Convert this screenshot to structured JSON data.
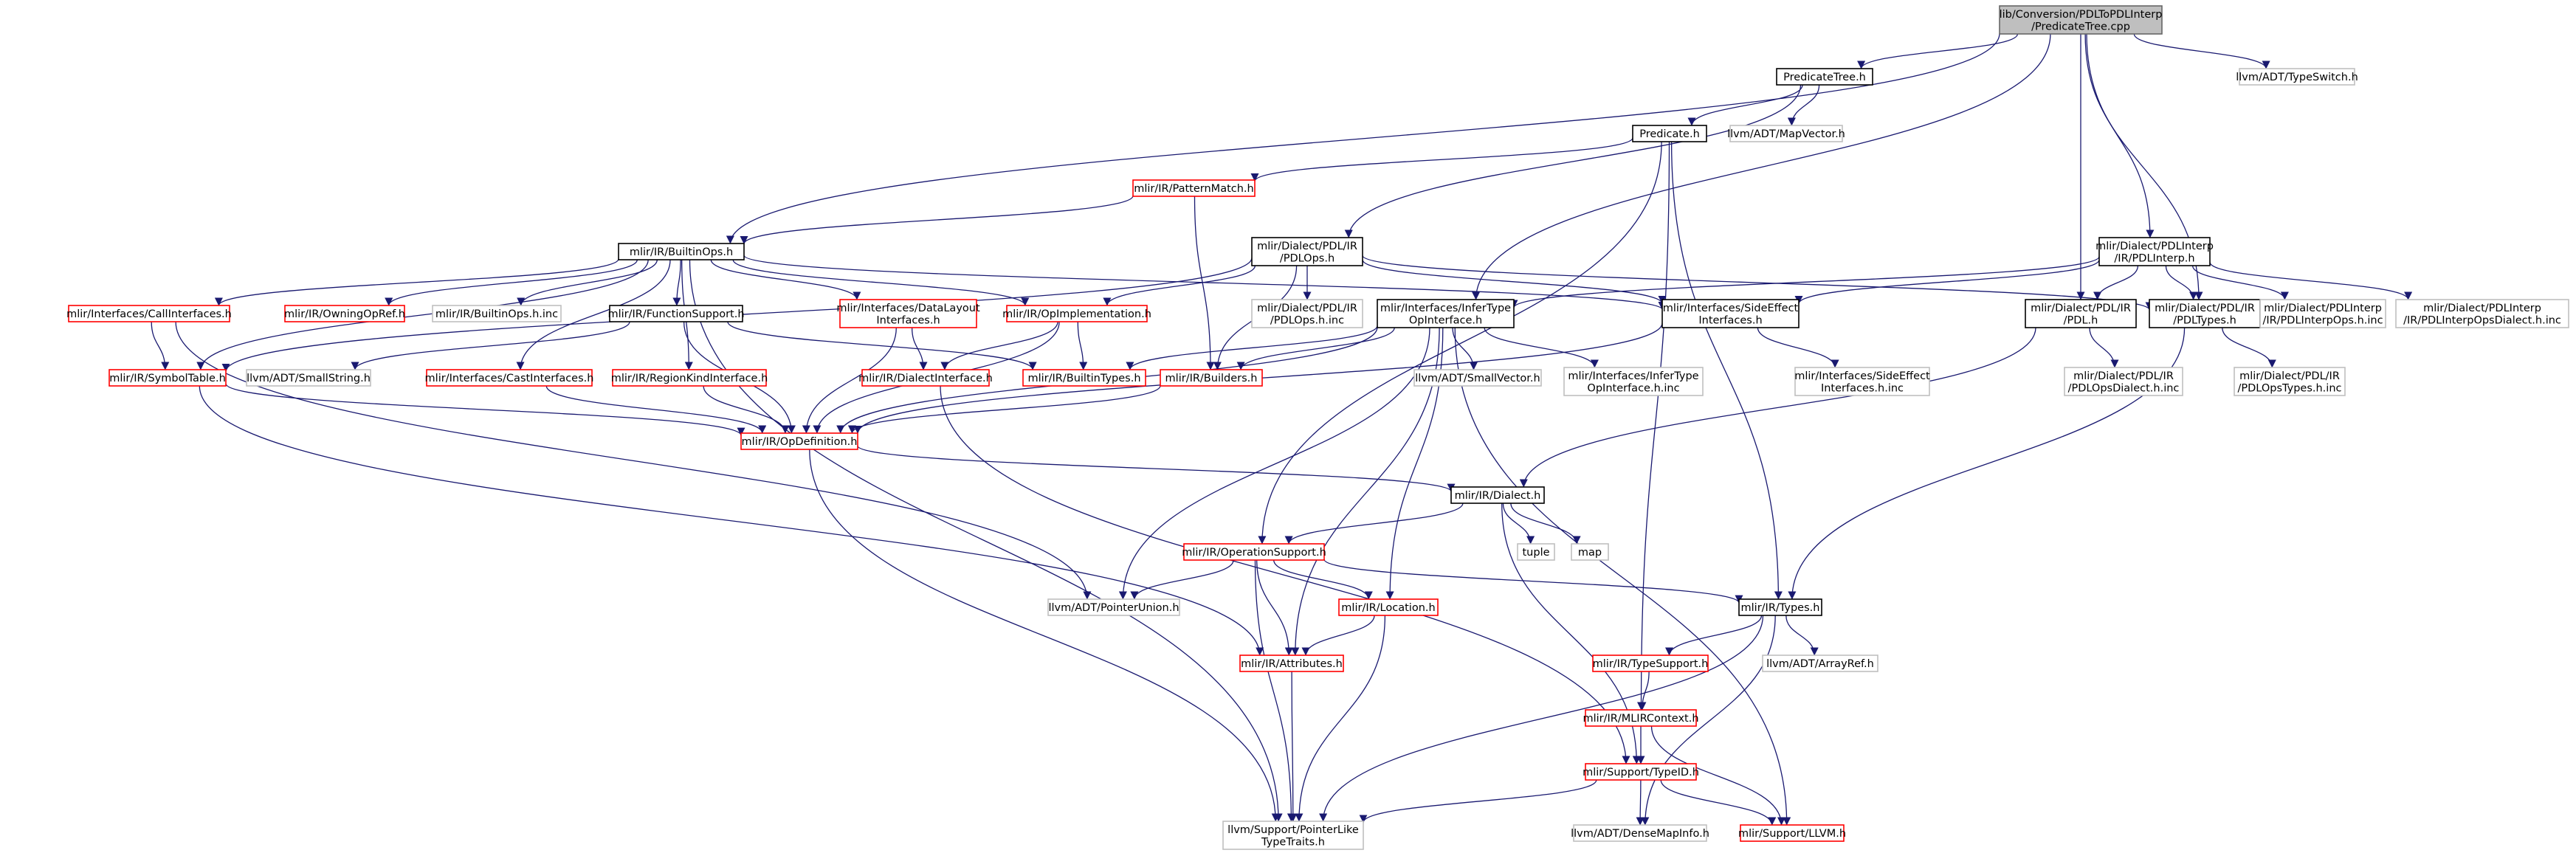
{
  "colors": {
    "edge": "#191970",
    "root_fill": "#bfbfbf",
    "documented_border": "#000000",
    "incomplete_border": "#ff0000",
    "external_border": "#bfbfbf",
    "text": "#000000"
  },
  "nodes": [
    {
      "id": "root",
      "kind": "root",
      "lines": [
        "lib/Conversion/PDLToPDLInterp",
        "/PredicateTree.cpp"
      ]
    },
    {
      "id": "predicatetree",
      "kind": "documented",
      "lines": [
        "PredicateTree.h"
      ]
    },
    {
      "id": "typeswitch",
      "kind": "external",
      "lines": [
        "llvm/ADT/TypeSwitch.h"
      ]
    },
    {
      "id": "predicate",
      "kind": "documented",
      "lines": [
        "Predicate.h"
      ]
    },
    {
      "id": "mapvector",
      "kind": "external",
      "lines": [
        "llvm/ADT/MapVector.h"
      ]
    },
    {
      "id": "patternmatch",
      "kind": "incomplete",
      "lines": [
        "mlir/IR/PatternMatch.h"
      ]
    },
    {
      "id": "builtinops",
      "kind": "documented",
      "lines": [
        "mlir/IR/BuiltinOps.h"
      ]
    },
    {
      "id": "pdlops",
      "kind": "documented",
      "lines": [
        "mlir/Dialect/PDL/IR",
        "/PDLOps.h"
      ]
    },
    {
      "id": "pdlinterp",
      "kind": "documented",
      "lines": [
        "mlir/Dialect/PDLInterp",
        "/IR/PDLInterp.h"
      ]
    },
    {
      "id": "callinterfaces",
      "kind": "incomplete",
      "lines": [
        "mlir/Interfaces/CallInterfaces.h"
      ]
    },
    {
      "id": "owningopref",
      "kind": "incomplete",
      "lines": [
        "mlir/IR/OwningOpRef.h"
      ]
    },
    {
      "id": "builtinopsinc",
      "kind": "external",
      "lines": [
        "mlir/IR/BuiltinOps.h.inc"
      ]
    },
    {
      "id": "functionsupport",
      "kind": "documented",
      "lines": [
        "mlir/IR/FunctionSupport.h"
      ]
    },
    {
      "id": "datalayout",
      "kind": "incomplete",
      "lines": [
        "mlir/Interfaces/DataLayout",
        "Interfaces.h"
      ]
    },
    {
      "id": "opimplementation",
      "kind": "incomplete",
      "lines": [
        "mlir/IR/OpImplementation.h"
      ]
    },
    {
      "id": "pdlopsinc",
      "kind": "external",
      "lines": [
        "mlir/Dialect/PDL/IR",
        "/PDLOps.h.inc"
      ]
    },
    {
      "id": "infertype",
      "kind": "documented",
      "lines": [
        "mlir/Interfaces/InferType",
        "OpInterface.h"
      ]
    },
    {
      "id": "sideeffect",
      "kind": "documented",
      "lines": [
        "mlir/Interfaces/SideEffect",
        "Interfaces.h"
      ]
    },
    {
      "id": "pdlh",
      "kind": "documented",
      "lines": [
        "mlir/Dialect/PDL/IR",
        "/PDL.h"
      ]
    },
    {
      "id": "pdltypes",
      "kind": "documented",
      "lines": [
        "mlir/Dialect/PDL/IR",
        "/PDLTypes.h"
      ]
    },
    {
      "id": "pdlinterpopsinc",
      "kind": "external",
      "lines": [
        "mlir/Dialect/PDLInterp",
        "/IR/PDLInterpOps.h.inc"
      ]
    },
    {
      "id": "pdlinterpdialectinc",
      "kind": "external",
      "lines": [
        "mlir/Dialect/PDLInterp",
        "/IR/PDLInterpOpsDialect.h.inc"
      ]
    },
    {
      "id": "symboltable",
      "kind": "incomplete",
      "lines": [
        "mlir/IR/SymbolTable.h"
      ]
    },
    {
      "id": "smallstring",
      "kind": "external",
      "lines": [
        "llvm/ADT/SmallString.h"
      ]
    },
    {
      "id": "castinterfaces",
      "kind": "incomplete",
      "lines": [
        "mlir/Interfaces/CastInterfaces.h"
      ]
    },
    {
      "id": "regionkind",
      "kind": "incomplete",
      "lines": [
        "mlir/IR/RegionKindInterface.h"
      ]
    },
    {
      "id": "dialectinterface",
      "kind": "incomplete",
      "lines": [
        "mlir/IR/DialectInterface.h"
      ]
    },
    {
      "id": "builtintypes",
      "kind": "incomplete",
      "lines": [
        "mlir/IR/BuiltinTypes.h"
      ]
    },
    {
      "id": "builders",
      "kind": "incomplete",
      "lines": [
        "mlir/IR/Builders.h"
      ]
    },
    {
      "id": "smallvector",
      "kind": "external",
      "lines": [
        "llvm/ADT/SmallVector.h"
      ]
    },
    {
      "id": "infertypeinc",
      "kind": "external",
      "lines": [
        "mlir/Interfaces/InferType",
        "OpInterface.h.inc"
      ]
    },
    {
      "id": "sideeffectinc",
      "kind": "external",
      "lines": [
        "mlir/Interfaces/SideEffect",
        "Interfaces.h.inc"
      ]
    },
    {
      "id": "pdlopsdialectinc",
      "kind": "external",
      "lines": [
        "mlir/Dialect/PDL/IR",
        "/PDLOpsDialect.h.inc"
      ]
    },
    {
      "id": "pdlopstypesinc",
      "kind": "external",
      "lines": [
        "mlir/Dialect/PDL/IR",
        "/PDLOpsTypes.h.inc"
      ]
    },
    {
      "id": "opdefinition",
      "kind": "incomplete",
      "lines": [
        "mlir/IR/OpDefinition.h"
      ]
    },
    {
      "id": "dialect",
      "kind": "documented",
      "lines": [
        "mlir/IR/Dialect.h"
      ]
    },
    {
      "id": "operationsupport",
      "kind": "incomplete",
      "lines": [
        "mlir/IR/OperationSupport.h"
      ]
    },
    {
      "id": "tuple",
      "kind": "external",
      "lines": [
        "tuple"
      ]
    },
    {
      "id": "map",
      "kind": "external",
      "lines": [
        "map"
      ]
    },
    {
      "id": "pointerunion",
      "kind": "external",
      "lines": [
        "llvm/ADT/PointerUnion.h"
      ]
    },
    {
      "id": "location",
      "kind": "incomplete",
      "lines": [
        "mlir/IR/Location.h"
      ]
    },
    {
      "id": "types",
      "kind": "documented",
      "lines": [
        "mlir/IR/Types.h"
      ]
    },
    {
      "id": "attributes",
      "kind": "incomplete",
      "lines": [
        "mlir/IR/Attributes.h"
      ]
    },
    {
      "id": "typesupport",
      "kind": "incomplete",
      "lines": [
        "mlir/IR/TypeSupport.h"
      ]
    },
    {
      "id": "arrayref",
      "kind": "external",
      "lines": [
        "llvm/ADT/ArrayRef.h"
      ]
    },
    {
      "id": "mlircontext",
      "kind": "incomplete",
      "lines": [
        "mlir/IR/MLIRContext.h"
      ]
    },
    {
      "id": "typeid",
      "kind": "incomplete",
      "lines": [
        "mlir/Support/TypeID.h"
      ]
    },
    {
      "id": "pointerlike",
      "kind": "external",
      "lines": [
        "llvm/Support/PointerLike",
        "TypeTraits.h"
      ]
    },
    {
      "id": "densemapinfo",
      "kind": "external",
      "lines": [
        "llvm/ADT/DenseMapInfo.h"
      ]
    },
    {
      "id": "llvmh",
      "kind": "incomplete",
      "lines": [
        "mlir/Support/LLVM.h"
      ]
    }
  ],
  "edges": [
    [
      "root",
      "predicatetree"
    ],
    [
      "root",
      "typeswitch"
    ],
    [
      "root",
      "builtinops"
    ],
    [
      "root",
      "infertype"
    ],
    [
      "root",
      "pdlinterp"
    ],
    [
      "root",
      "pdlh"
    ],
    [
      "root",
      "pdltypes"
    ],
    [
      "predicatetree",
      "predicate"
    ],
    [
      "predicatetree",
      "mapvector"
    ],
    [
      "predicatetree",
      "pdlops"
    ],
    [
      "predicate",
      "patternmatch"
    ],
    [
      "predicate",
      "operationsupport"
    ],
    [
      "predicate",
      "types"
    ],
    [
      "predicate",
      "mlircontext"
    ],
    [
      "patternmatch",
      "builtinops"
    ],
    [
      "patternmatch",
      "builders"
    ],
    [
      "builtinops",
      "callinterfaces"
    ],
    [
      "builtinops",
      "owningopref"
    ],
    [
      "builtinops",
      "builtinopsinc"
    ],
    [
      "builtinops",
      "functionsupport"
    ],
    [
      "builtinops",
      "datalayout"
    ],
    [
      "builtinops",
      "opimplementation"
    ],
    [
      "builtinops",
      "symboltable"
    ],
    [
      "builtinops",
      "castinterfaces"
    ],
    [
      "builtinops",
      "regionkind"
    ],
    [
      "builtinops",
      "sideeffect"
    ],
    [
      "builtinops",
      "pointerlike"
    ],
    [
      "callinterfaces",
      "symboltable"
    ],
    [
      "callinterfaces",
      "pointerunion"
    ],
    [
      "functionsupport",
      "smallstring"
    ],
    [
      "functionsupport",
      "builtintypes"
    ],
    [
      "functionsupport",
      "opdefinition"
    ],
    [
      "datalayout",
      "dialectinterface"
    ],
    [
      "datalayout",
      "opdefinition"
    ],
    [
      "opimplementation",
      "builtintypes"
    ],
    [
      "opimplementation",
      "dialectinterface"
    ],
    [
      "opimplementation",
      "opdefinition"
    ],
    [
      "pdlops",
      "pdlopsinc"
    ],
    [
      "pdlops",
      "opimplementation"
    ],
    [
      "pdlops",
      "builders"
    ],
    [
      "pdlops",
      "sideeffect"
    ],
    [
      "pdlops",
      "pdltypes"
    ],
    [
      "pdlops",
      "symboltable"
    ],
    [
      "pdlinterp",
      "infertype"
    ],
    [
      "pdlinterp",
      "sideeffect"
    ],
    [
      "pdlinterp",
      "pdlh"
    ],
    [
      "pdlinterp",
      "pdltypes"
    ],
    [
      "pdlinterp",
      "pdlinterpopsinc"
    ],
    [
      "pdlinterp",
      "pdlinterpdialectinc"
    ],
    [
      "infertype",
      "builtintypes"
    ],
    [
      "infertype",
      "builders"
    ],
    [
      "infertype",
      "smallvector"
    ],
    [
      "infertype",
      "infertypeinc"
    ],
    [
      "infertype",
      "opdefinition"
    ],
    [
      "infertype",
      "location"
    ],
    [
      "infertype",
      "attributes"
    ],
    [
      "infertype",
      "pointerunion"
    ],
    [
      "infertype",
      "llvmh"
    ],
    [
      "sideeffect",
      "sideeffectinc"
    ],
    [
      "sideeffect",
      "opdefinition"
    ],
    [
      "pdlh",
      "pdlopsdialectinc"
    ],
    [
      "pdlh",
      "dialect"
    ],
    [
      "pdltypes",
      "pdlopstypesinc"
    ],
    [
      "pdltypes",
      "types"
    ],
    [
      "symboltable",
      "opdefinition"
    ],
    [
      "symboltable",
      "attributes"
    ],
    [
      "castinterfaces",
      "opdefinition"
    ],
    [
      "regionkind",
      "opdefinition"
    ],
    [
      "dialectinterface",
      "typeid"
    ],
    [
      "builders",
      "opdefinition"
    ],
    [
      "opdefinition",
      "dialect"
    ],
    [
      "opdefinition",
      "pointerlike"
    ],
    [
      "dialect",
      "operationsupport"
    ],
    [
      "dialect",
      "tuple"
    ],
    [
      "dialect",
      "map"
    ],
    [
      "dialect",
      "typeid"
    ],
    [
      "operationsupport",
      "pointerunion"
    ],
    [
      "operationsupport",
      "location"
    ],
    [
      "operationsupport",
      "attributes"
    ],
    [
      "operationsupport",
      "types"
    ],
    [
      "operationsupport",
      "pointerlike"
    ],
    [
      "location",
      "attributes"
    ],
    [
      "location",
      "pointerlike"
    ],
    [
      "types",
      "typesupport"
    ],
    [
      "types",
      "arrayref"
    ],
    [
      "types",
      "densemapinfo"
    ],
    [
      "types",
      "pointerlike"
    ],
    [
      "typesupport",
      "mlircontext"
    ],
    [
      "attributes",
      "pointerlike"
    ],
    [
      "mlircontext",
      "typeid"
    ],
    [
      "mlircontext",
      "llvmh"
    ],
    [
      "typeid",
      "pointerlike"
    ],
    [
      "typeid",
      "densemapinfo"
    ],
    [
      "typeid",
      "llvmh"
    ]
  ]
}
